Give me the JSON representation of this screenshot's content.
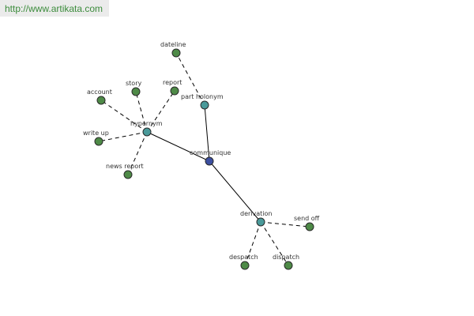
{
  "banner": {
    "url": "http://www.artikata.com"
  },
  "colors": {
    "leaf": "#4e8a47",
    "relation": "#4a9a9a",
    "center": "#3c4fa0",
    "edge": "#000000",
    "node_stroke": "#2a2a2a"
  },
  "nodes": {
    "communique": {
      "label": "communique",
      "kind": "center"
    },
    "hypernym": {
      "label": "hypernym",
      "kind": "relation"
    },
    "part_holonym": {
      "label": "part holonym",
      "kind": "relation"
    },
    "derivation": {
      "label": "derivation",
      "kind": "relation"
    },
    "dateline": {
      "label": "dateline",
      "kind": "leaf"
    },
    "story": {
      "label": "story",
      "kind": "leaf"
    },
    "report": {
      "label": "report",
      "kind": "leaf"
    },
    "account": {
      "label": "account",
      "kind": "leaf"
    },
    "write_up": {
      "label": "write up",
      "kind": "leaf"
    },
    "news_report": {
      "label": "news report",
      "kind": "leaf"
    },
    "send_off": {
      "label": "send off",
      "kind": "leaf"
    },
    "despatch": {
      "label": "despatch",
      "kind": "leaf"
    },
    "dispatch": {
      "label": "dispatch",
      "kind": "leaf"
    }
  },
  "edges": [
    {
      "from": "communique",
      "to": "hypernym",
      "style": "solid"
    },
    {
      "from": "communique",
      "to": "part_holonym",
      "style": "solid"
    },
    {
      "from": "communique",
      "to": "derivation",
      "style": "solid"
    },
    {
      "from": "hypernym",
      "to": "story",
      "style": "dashed"
    },
    {
      "from": "hypernym",
      "to": "report",
      "style": "dashed"
    },
    {
      "from": "hypernym",
      "to": "account",
      "style": "dashed"
    },
    {
      "from": "hypernym",
      "to": "write_up",
      "style": "dashed"
    },
    {
      "from": "hypernym",
      "to": "news_report",
      "style": "dashed"
    },
    {
      "from": "part_holonym",
      "to": "dateline",
      "style": "dashed"
    },
    {
      "from": "derivation",
      "to": "send_off",
      "style": "dashed"
    },
    {
      "from": "derivation",
      "to": "despatch",
      "style": "dashed"
    },
    {
      "from": "derivation",
      "to": "dispatch",
      "style": "dashed"
    }
  ]
}
